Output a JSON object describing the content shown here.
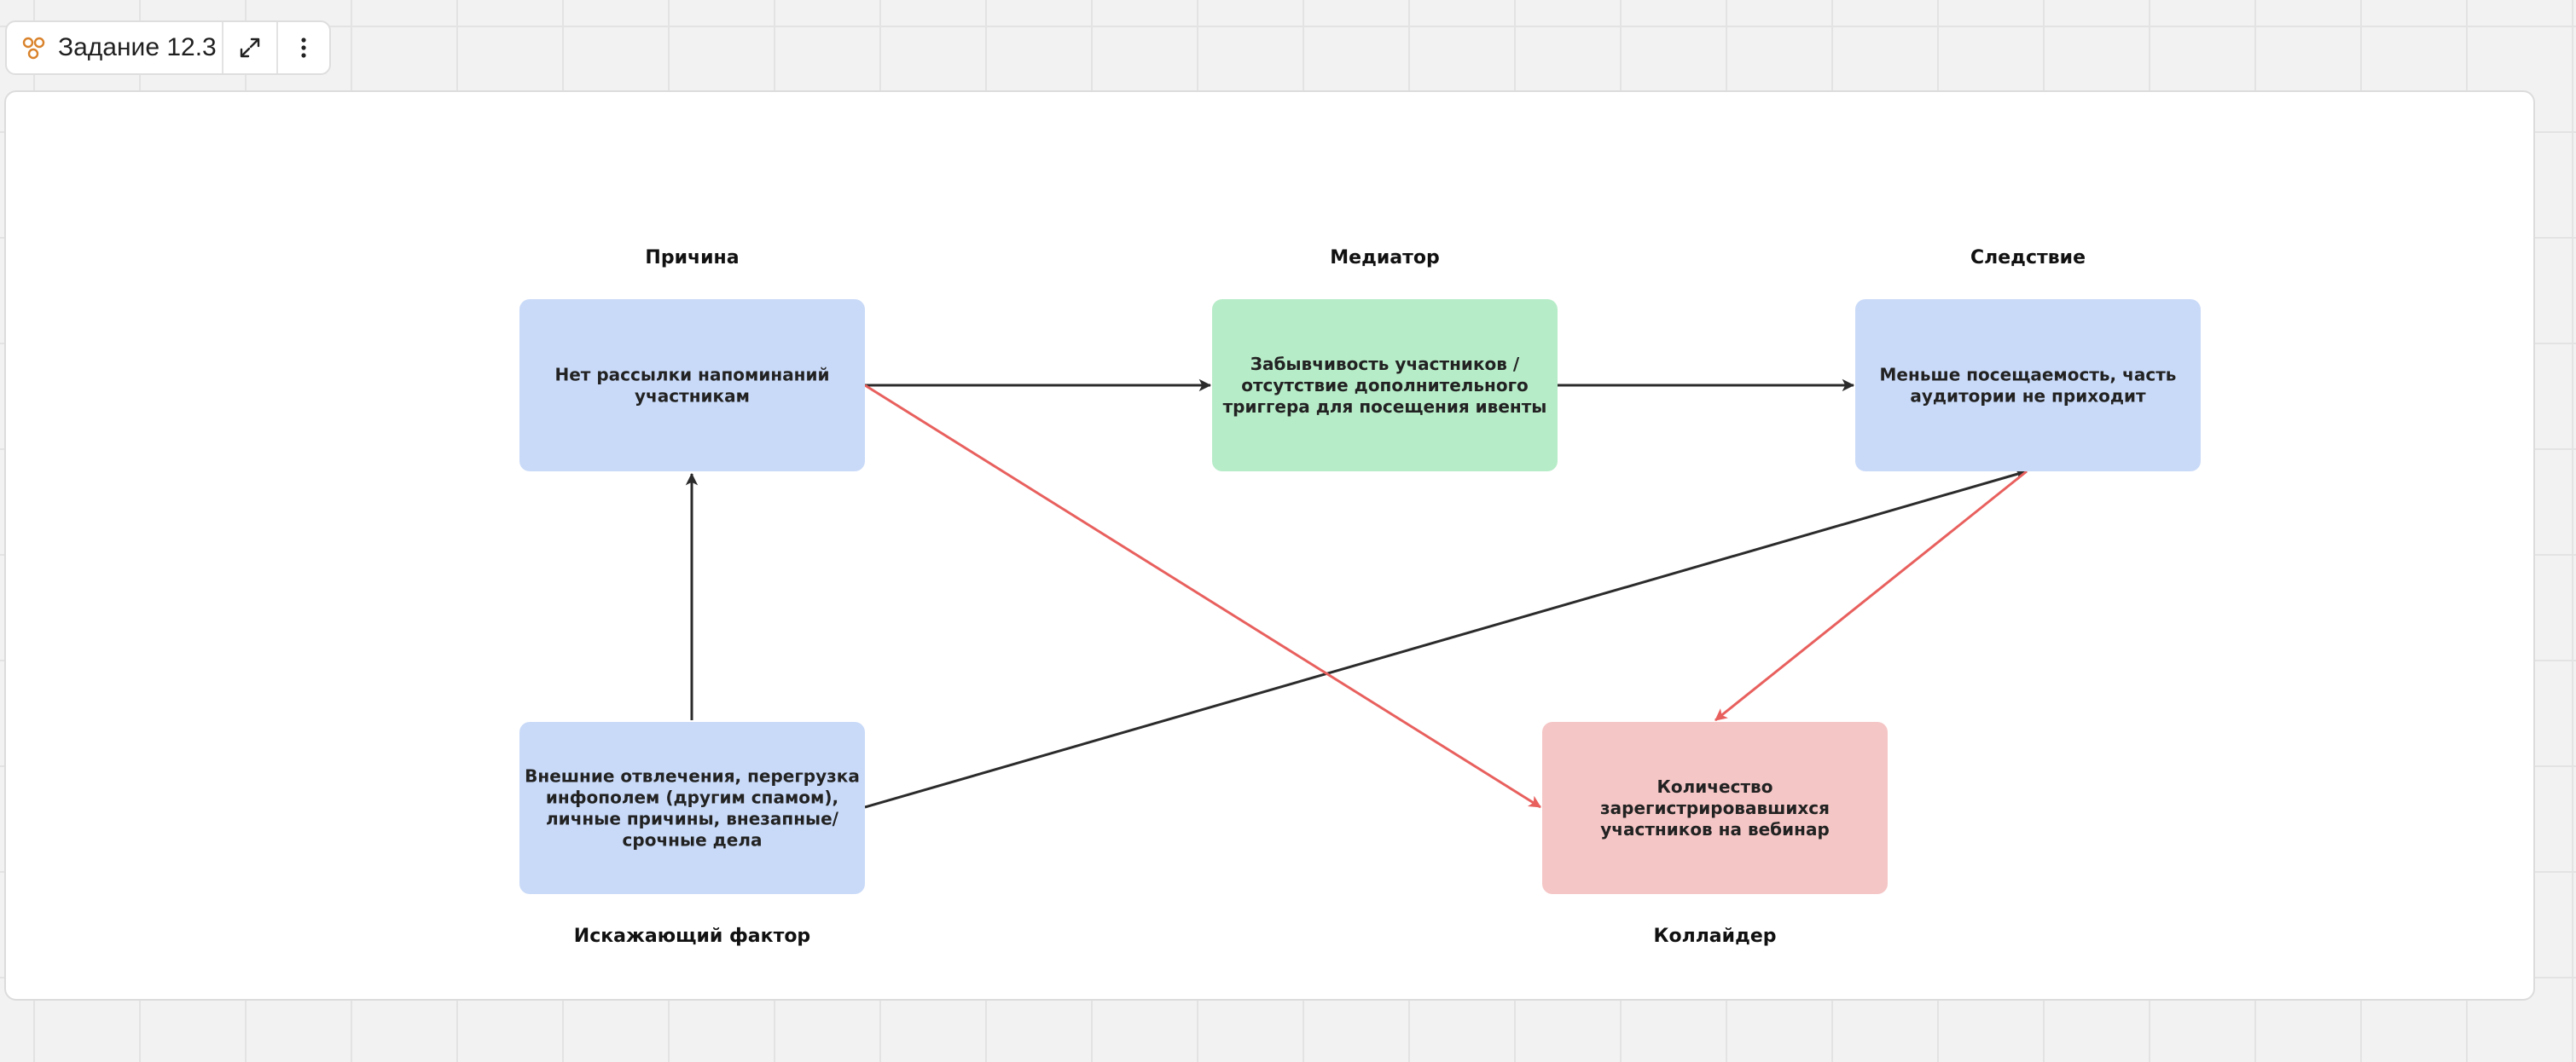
{
  "toolbar": {
    "frame_title": "Задание 12.3",
    "frame_icon": "frame-nodes-icon",
    "expand_icon": "expand-icon",
    "more_icon": "more-vertical-icon",
    "icon_color": "#d9822b"
  },
  "diagram": {
    "colors": {
      "blue": "#c9daf8",
      "green": "#b7ecc8",
      "red": "#f5c6c6",
      "edge_dark": "#2b2b2b",
      "edge_red": "#e8605e"
    },
    "nodes": [
      {
        "id": "cause",
        "role": "Причина",
        "lines": [
          "Нет рассылки напоминаний",
          "участникам"
        ],
        "fill": "blue"
      },
      {
        "id": "mediator",
        "role": "Медиатор",
        "lines": [
          "Забывчивость участников /",
          "отсутствие дополнительного",
          "триггера для посещения ивенты"
        ],
        "fill": "green"
      },
      {
        "id": "effect",
        "role": "Следствие",
        "lines": [
          "Меньше посещаемость, часть",
          "аудитории не приходит"
        ],
        "fill": "blue"
      },
      {
        "id": "confounder",
        "role": "Искажающий фактор",
        "lines": [
          "Внешние отвлечения, перегрузка",
          "инфополем (другим спамом),",
          "личные причины, внезапные/",
          "срочные дела"
        ],
        "fill": "blue"
      },
      {
        "id": "collider",
        "role": "Коллайдер",
        "lines": [
          "Количество",
          "зарегистрировавшихся",
          "участников на вебинар"
        ],
        "fill": "red"
      }
    ],
    "edges": [
      {
        "from": "cause",
        "to": "mediator",
        "color": "edge_dark"
      },
      {
        "from": "mediator",
        "to": "effect",
        "color": "edge_dark"
      },
      {
        "from": "confounder",
        "to": "cause",
        "color": "edge_dark"
      },
      {
        "from": "confounder",
        "to": "effect",
        "color": "edge_dark"
      },
      {
        "from": "cause",
        "to": "collider",
        "color": "edge_red"
      },
      {
        "from": "effect",
        "to": "collider",
        "color": "edge_red"
      }
    ]
  }
}
